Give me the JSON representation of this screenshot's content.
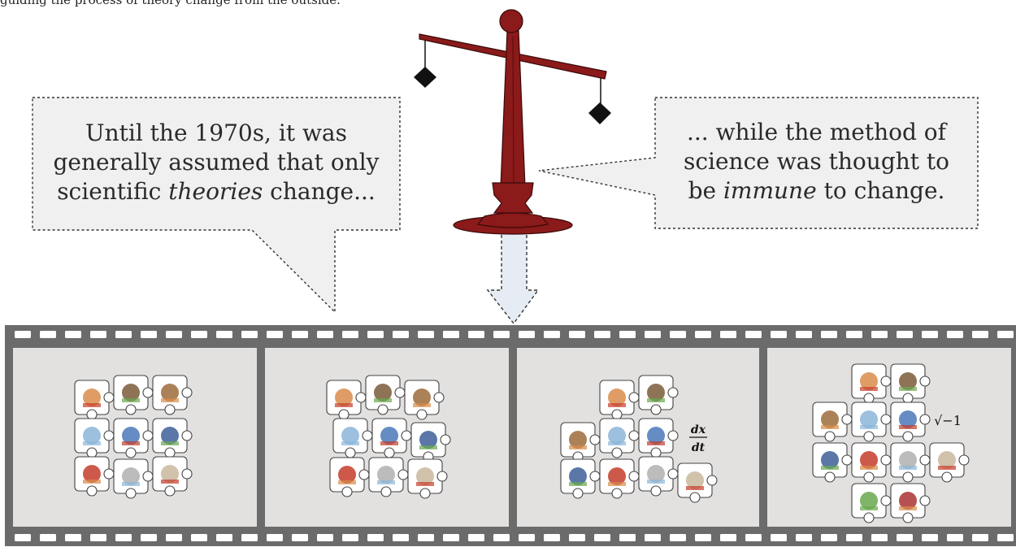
{
  "caption": "guiding the process of theory change from the outside.",
  "left_bubble": {
    "line1": "Until the 1970s, it was",
    "line2": "generally assumed that only",
    "line3_pre": "scientific ",
    "line3_em": "theories",
    "line3_post": " change..."
  },
  "right_bubble": {
    "line1": "... while the method of",
    "line2": "science was thought to",
    "line3_pre": "be ",
    "line3_em": "immune",
    "line3_post": " to change."
  },
  "film_frames": [
    {
      "name": "frame-1"
    },
    {
      "name": "frame-2"
    },
    {
      "name": "frame-3",
      "formula_num": "dx",
      "formula_den": "dt"
    },
    {
      "name": "frame-4",
      "formula": "√−1"
    }
  ],
  "colors": {
    "scale": "#8b1a1a",
    "film_strip": "#6b6b6b",
    "frame_bg": "#e3e1df",
    "bubble_bg": "#f0f0f0",
    "arrow_fill": "#e6ecf4"
  }
}
